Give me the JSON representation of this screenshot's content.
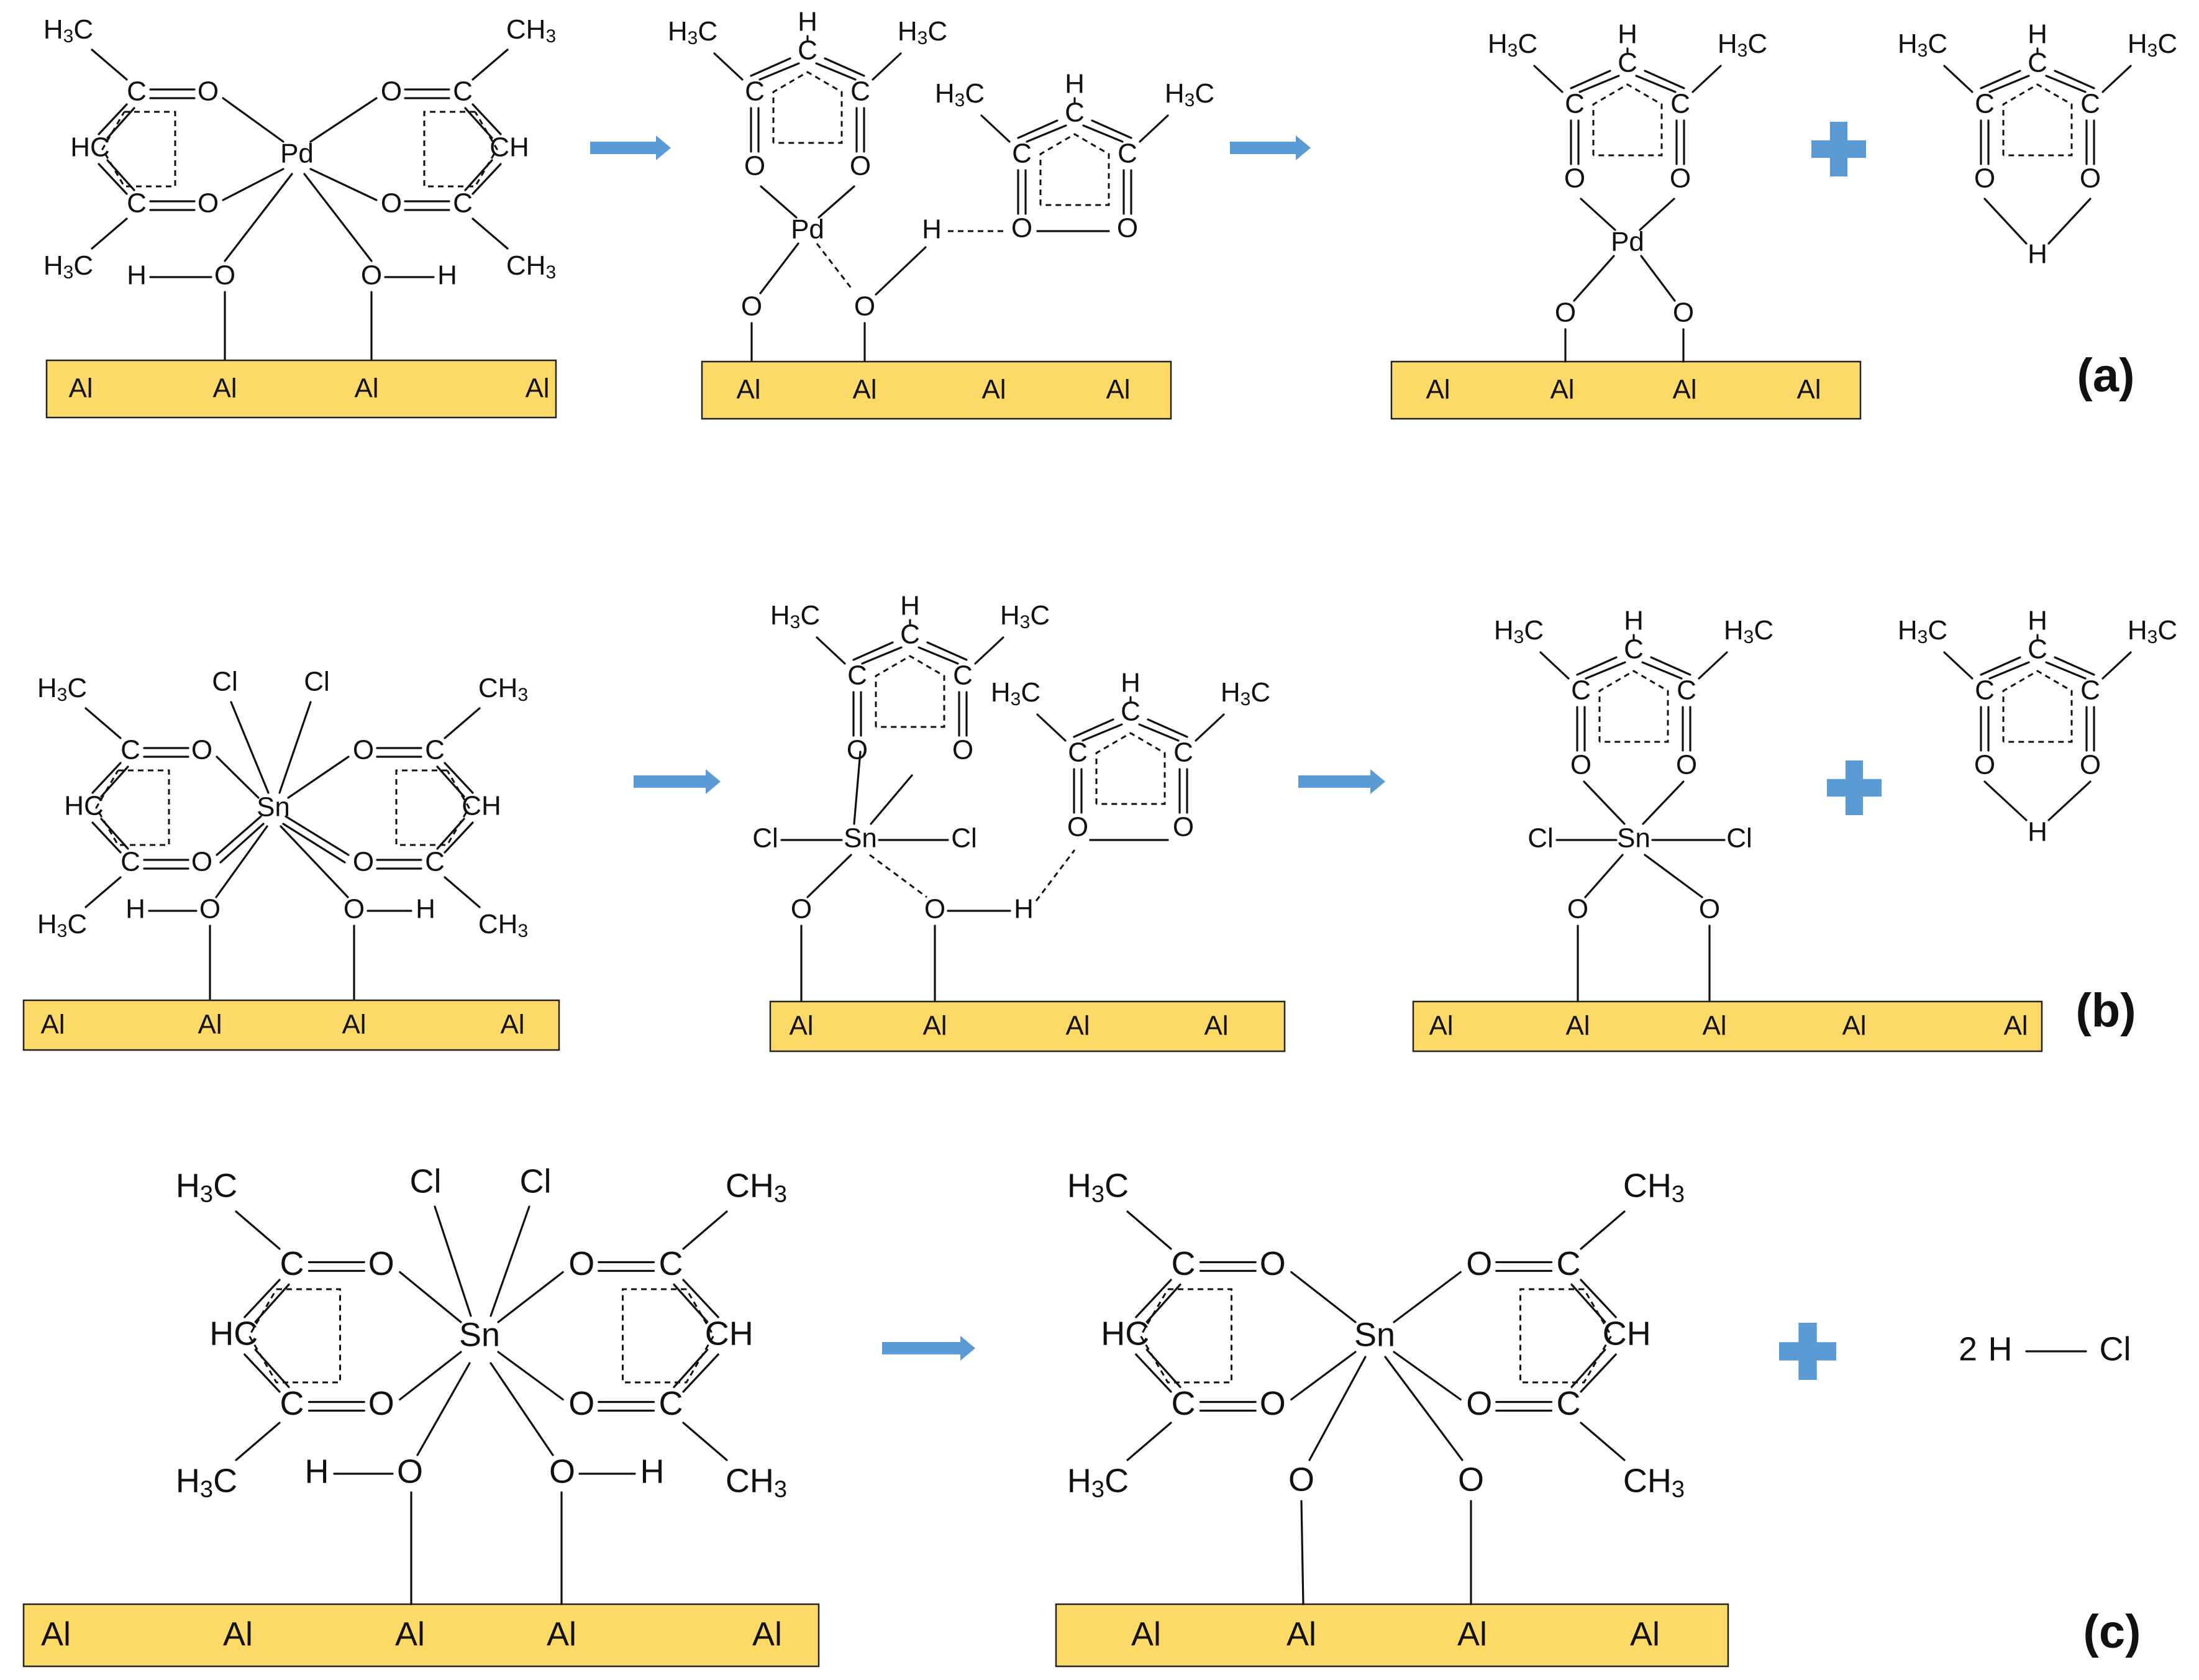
{
  "panels": [
    "(a)",
    "(b)",
    "(c)"
  ],
  "surface_atom": "Al",
  "colors": {
    "surface_fill": "#FDD966",
    "arrow": "#5B9BD5",
    "plus": "#5B9BD5"
  },
  "labels": {
    "H3C": "H3C",
    "CH3": "CH3",
    "C": "C",
    "O": "O",
    "H": "H",
    "HC": "HC",
    "CH": "CH",
    "Pd": "Pd",
    "Sn": "Sn",
    "Cl": "Cl",
    "HCl_coef": "2",
    "HCl_H": "H",
    "HCl_Cl": "Cl"
  },
  "icons": {
    "arrow": "right-arrow-icon",
    "plus": "plus-icon"
  }
}
